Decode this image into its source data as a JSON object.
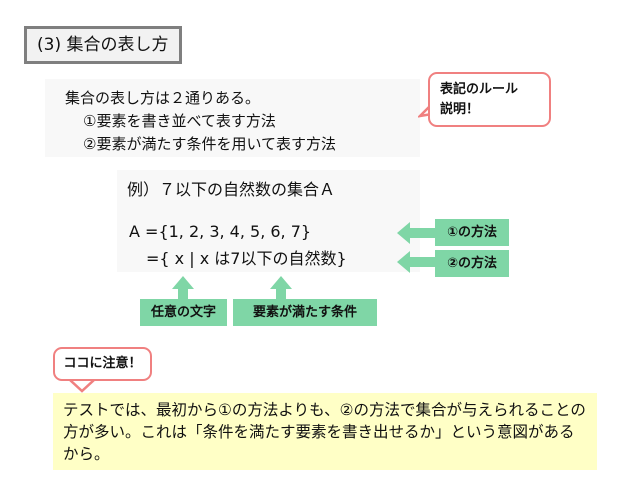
{
  "title": "(3) 集合の表し方",
  "intro": {
    "line1": "集合の表し方は２通りある。",
    "line2": "①要素を書き並べて表す方法",
    "line3": "②要素が満たす条件を用いて表す方法"
  },
  "callout_top": {
    "line1": "表記のルール",
    "line2": "説明！"
  },
  "example": {
    "heading": "例）７以下の自然数の集合Ａ",
    "line1": "A ={1, 2, 3, 4, 5, 6, 7}",
    "line2": "={ x | x は7以下の自然数}"
  },
  "labels": {
    "method1": "①の方法",
    "method2": "②の方法",
    "any_char": "任意の文字",
    "condition": "要素が満たす条件"
  },
  "callout_bottom": "ココに注意！",
  "note": "テストでは、最初から①の方法よりも、②の方法で集合が与えられることの方が多い。これは「条件を満たす要素を書き出せるか」という意図があるから。",
  "colors": {
    "green": "#7fd6a6",
    "callout_border": "#f08080",
    "note_bg": "#ffffc6"
  }
}
